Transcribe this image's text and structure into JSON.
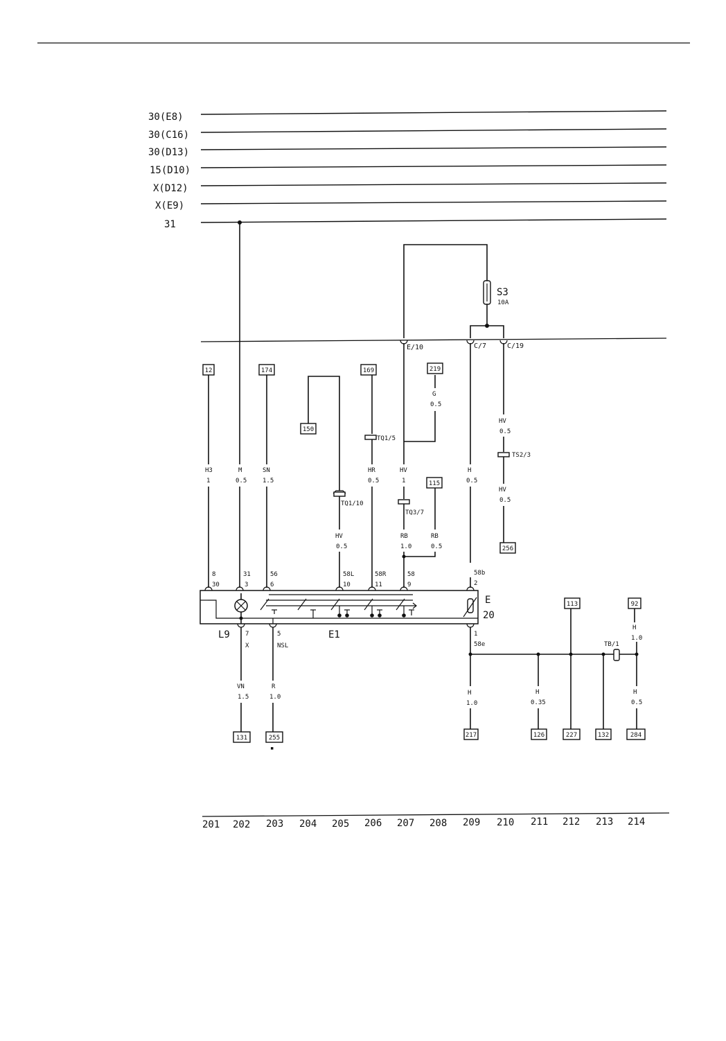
{
  "bus_labels": [
    "30(E8)",
    "30(C16)",
    "30(D13)",
    "15(D10)",
    "X(D12)",
    "X(E9)",
    "31"
  ],
  "fuse": {
    "name": "S3",
    "rating": "10A"
  },
  "connectors_top": {
    "e10": "E/10",
    "c7": "C/7",
    "c19": "C/19"
  },
  "refs_top": {
    "r12": "12",
    "r174": "174",
    "r150": "150",
    "r169": "169",
    "r219": "219",
    "r115": "115",
    "r256": "256",
    "r113": "113",
    "r92": "92"
  },
  "refs_bottom": {
    "r131": "131",
    "r255": "255",
    "r217": "217",
    "r126": "126",
    "r227": "227",
    "r132": "132",
    "r284": "284"
  },
  "wire_labels": {
    "w201": [
      "H3",
      "1"
    ],
    "w202": [
      "M",
      "0.5"
    ],
    "w203": [
      "SN",
      "1.5"
    ],
    "w205": [
      "HV",
      "0.5"
    ],
    "w206": [
      "HR",
      "0.5"
    ],
    "w207": [
      "HV",
      "1"
    ],
    "w207b": [
      "RB",
      "1.0"
    ],
    "w208": [
      "RB",
      "0.5"
    ],
    "w208g": [
      "G",
      "0.5"
    ],
    "w209": [
      "H",
      "0.5"
    ],
    "w210a": [
      "HV",
      "0.5"
    ],
    "w210b": [
      "HV",
      "0.5"
    ],
    "w202b": [
      "VN",
      "1.5"
    ],
    "w203b": [
      "R",
      "1.0"
    ],
    "w209b": [
      "H",
      "1.0"
    ],
    "w211": [
      "H",
      "0.35"
    ],
    "w214a": [
      "H",
      "1.0"
    ],
    "w214b": [
      "H",
      "0.5"
    ]
  },
  "splices": {
    "tq15": "TQ1/5",
    "tq110": "TQ1/10",
    "tq37": "TQ3/7",
    "ts23": "TS2/3",
    "tb1": "TB/1"
  },
  "component_pins_top": [
    [
      "8",
      "30"
    ],
    [
      "31",
      "3"
    ],
    [
      "56",
      "6"
    ],
    [
      "58L",
      "10"
    ],
    [
      "58R",
      "11"
    ],
    [
      "58",
      "9"
    ],
    [
      "58b",
      "2"
    ]
  ],
  "component_pins_bottom": [
    [
      "7",
      "X"
    ],
    [
      "5",
      "NSL"
    ],
    [
      "1",
      "58e"
    ]
  ],
  "components": {
    "lamp": "L9",
    "switch": "E1",
    "unit_letter": "E",
    "unit_number": "20"
  },
  "small_mark": "▪",
  "column_numbers": [
    "201",
    "202",
    "203",
    "204",
    "205",
    "206",
    "207",
    "208",
    "209",
    "210",
    "211",
    "212",
    "213",
    "214"
  ]
}
